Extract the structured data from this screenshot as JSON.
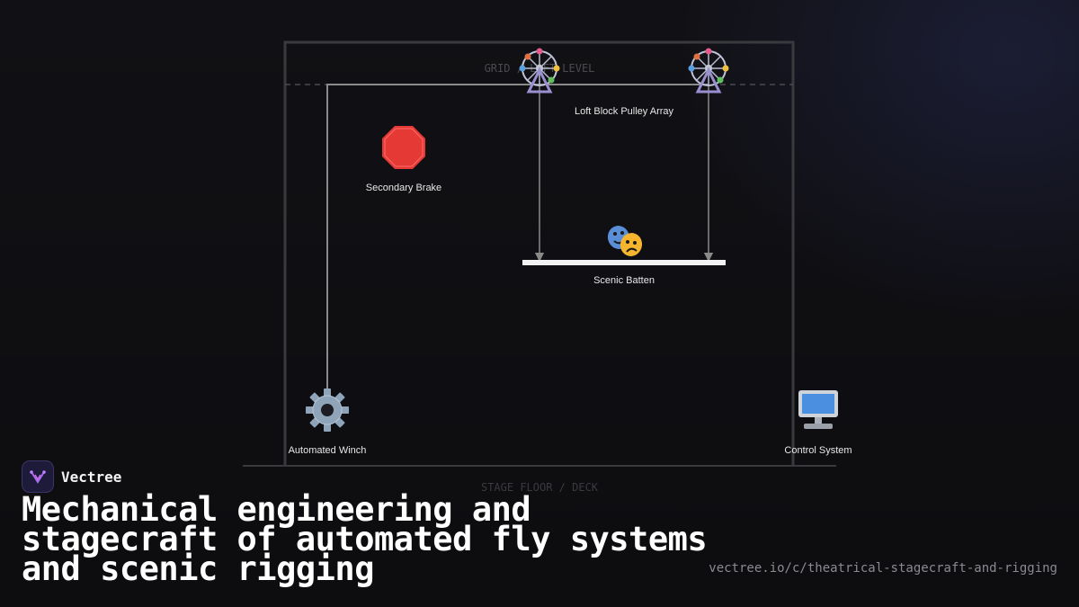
{
  "diagram": {
    "grid_label": "GRID / LOFT LEVEL",
    "floor_label": "STAGE FLOOR / DECK",
    "nodes": {
      "pulley": {
        "label": "Loft Block Pulley Array",
        "icon": "ferris-wheel-icon"
      },
      "brake": {
        "label": "Secondary Brake",
        "icon": "stop-sign-icon"
      },
      "batten": {
        "label": "Scenic Batten",
        "icon": "theater-masks-icon"
      },
      "winch": {
        "label": "Automated Winch",
        "icon": "gear-icon"
      },
      "control": {
        "label": "Control System",
        "icon": "desktop-computer-icon"
      }
    }
  },
  "brand": {
    "name": "Vectree"
  },
  "headline": "Mechanical engineering and stagecraft of automated fly systems and scenic rigging",
  "url": "vectree.io/c/theatrical-stagecraft-and-rigging",
  "colors": {
    "background": "#111115",
    "line": "#8a8a8a",
    "frame": "#3a3a3e",
    "batten": "#f2f2f2"
  }
}
